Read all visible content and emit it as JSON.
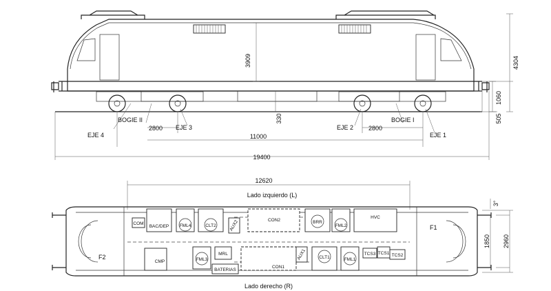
{
  "side_view": {
    "dimensions": {
      "total_height": "4304",
      "body_height": "3909",
      "bogie_height": "1060",
      "buffer_height": "505",
      "under_gap": "330",
      "bogie_wheelbase_left": "2800",
      "bogie_wheelbase_right": "2800",
      "bogie_centers": "11000",
      "total_length": "19400"
    },
    "labels": {
      "axle_4": "EJE 4",
      "bogie_2": "BOGIE II",
      "axle_3": "EJE 3",
      "axle_2": "EJE 2",
      "bogie_1": "BOGIE I",
      "axle_1": "EJE 1"
    }
  },
  "plan_view": {
    "dimensions": {
      "length": "12620",
      "inner_width": "1850",
      "outer_width": "2960",
      "offset": "3°"
    },
    "labels": {
      "left_side": "Lado izquierdo (L)",
      "right_side": "Lado derecho (R)",
      "cab_1": "F1",
      "cab_2": "F2"
    },
    "components": {
      "com": "COM",
      "bac_dep": "BAC/DEP",
      "fml4": "FML4",
      "clt2": "CLT2",
      "aux2": "AUX2",
      "con2": "CON2",
      "brr": "BRR",
      "fml2": "FML2",
      "hvc": "HVC",
      "cmp": "CMP",
      "fml3": "FML3",
      "mrl": "MRL",
      "baterias": "BATERIAS",
      "con1": "CON1",
      "aux1": "AUX1",
      "clt1": "CLT1",
      "fml1": "FML1",
      "tcs3": "TCS3",
      "tcs1": "TCS1",
      "tcs2": "TCS2"
    }
  }
}
